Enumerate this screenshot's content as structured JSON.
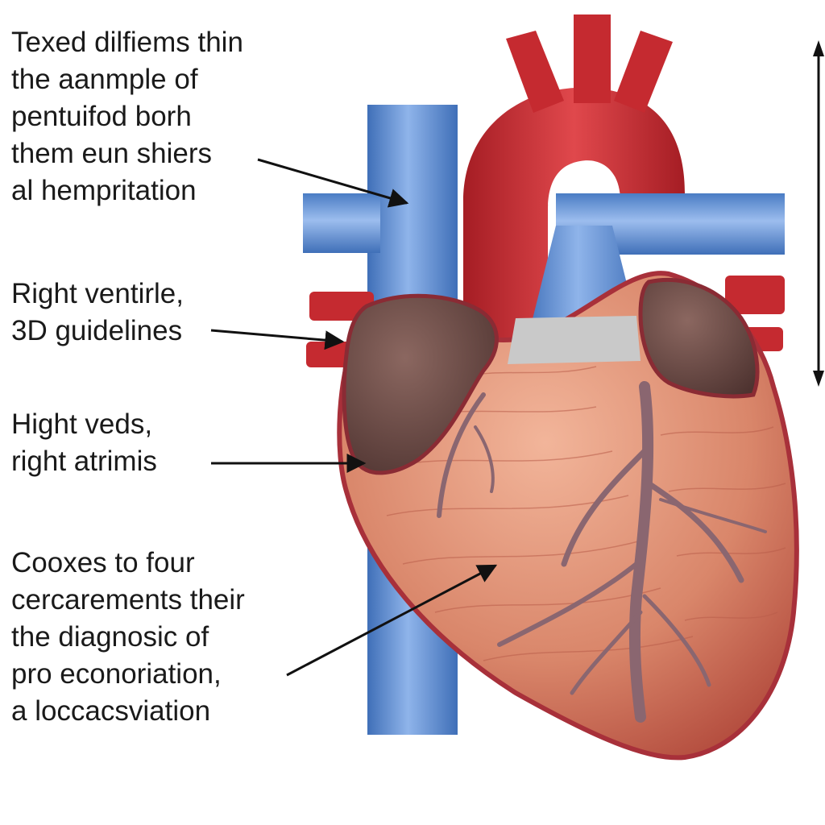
{
  "labels": [
    {
      "lines": [
        "Texed dilfiems thin",
        "the aanmple of",
        "pentuifod borh",
        "them eun shiers",
        "al hempritation"
      ]
    },
    {
      "lines": [
        "Right ventirle,",
        "3D guidelines"
      ]
    },
    {
      "lines": [
        "Hight veds,",
        "right atrimis"
      ]
    },
    {
      "lines": [
        "Cooxes to four",
        "cercarements their",
        "the diagnosic of",
        "pro econoriation,",
        "a loccacsviation"
      ]
    }
  ],
  "colors": {
    "artery": "#c8282e",
    "vein": "#5b8fd6",
    "muscle": "#d98a6e",
    "atrium": "#6b4a45",
    "coronary_vessel": "#8a6670",
    "text": "#1a1a1a"
  }
}
